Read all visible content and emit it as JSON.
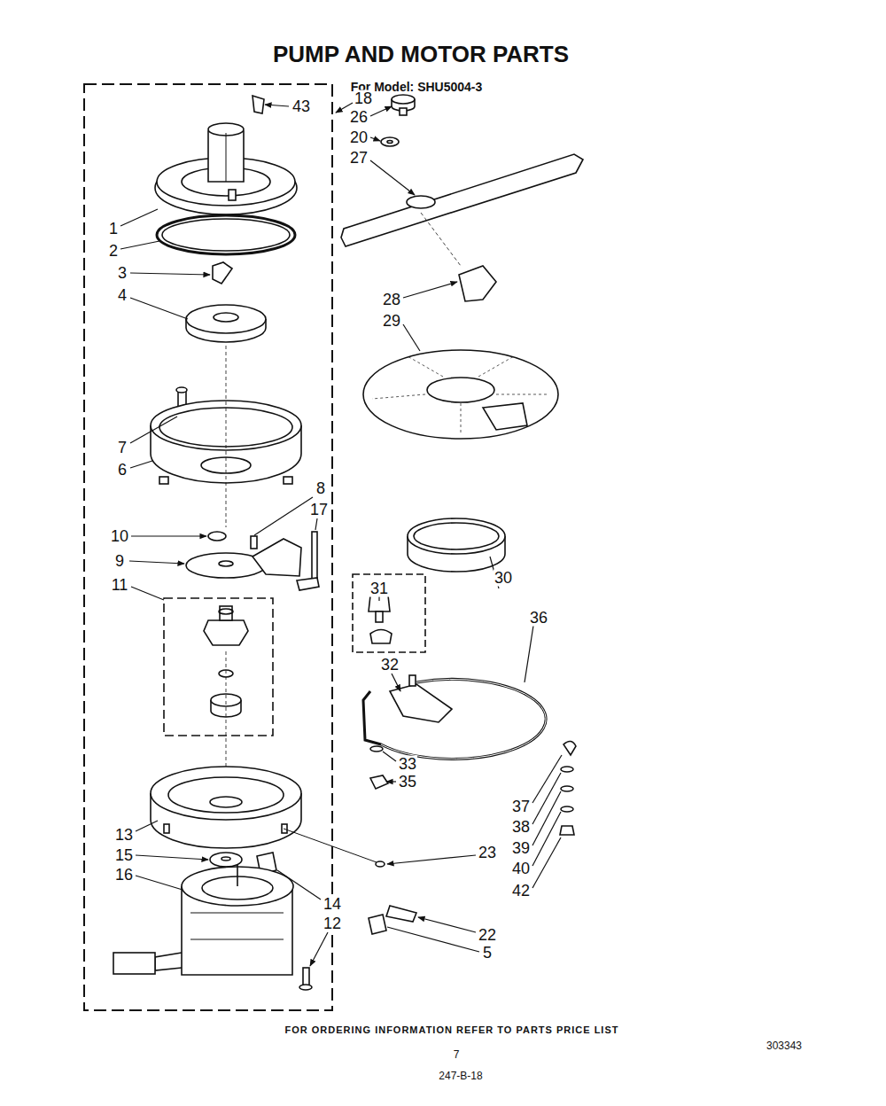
{
  "diagram": {
    "title": "PUMP AND MOTOR PARTS",
    "labels": [
      "For Model: SHU5004-3",
      "43",
      "18",
      "26",
      "20",
      "27",
      "1",
      "2",
      "3",
      "4",
      "28",
      "29",
      "7",
      "6",
      "8",
      "17",
      "10",
      "9",
      "11",
      "31",
      "30",
      "36",
      "32",
      "33",
      "35",
      "37",
      "38",
      "39",
      "40",
      "42",
      "23",
      "13",
      "15",
      "16",
      "14",
      "12",
      "22",
      "5",
      "FOR ORDERING INFORMATION REFER TO PARTS PRICE LIST",
      "7",
      "303343",
      "247-B-18"
    ]
  }
}
